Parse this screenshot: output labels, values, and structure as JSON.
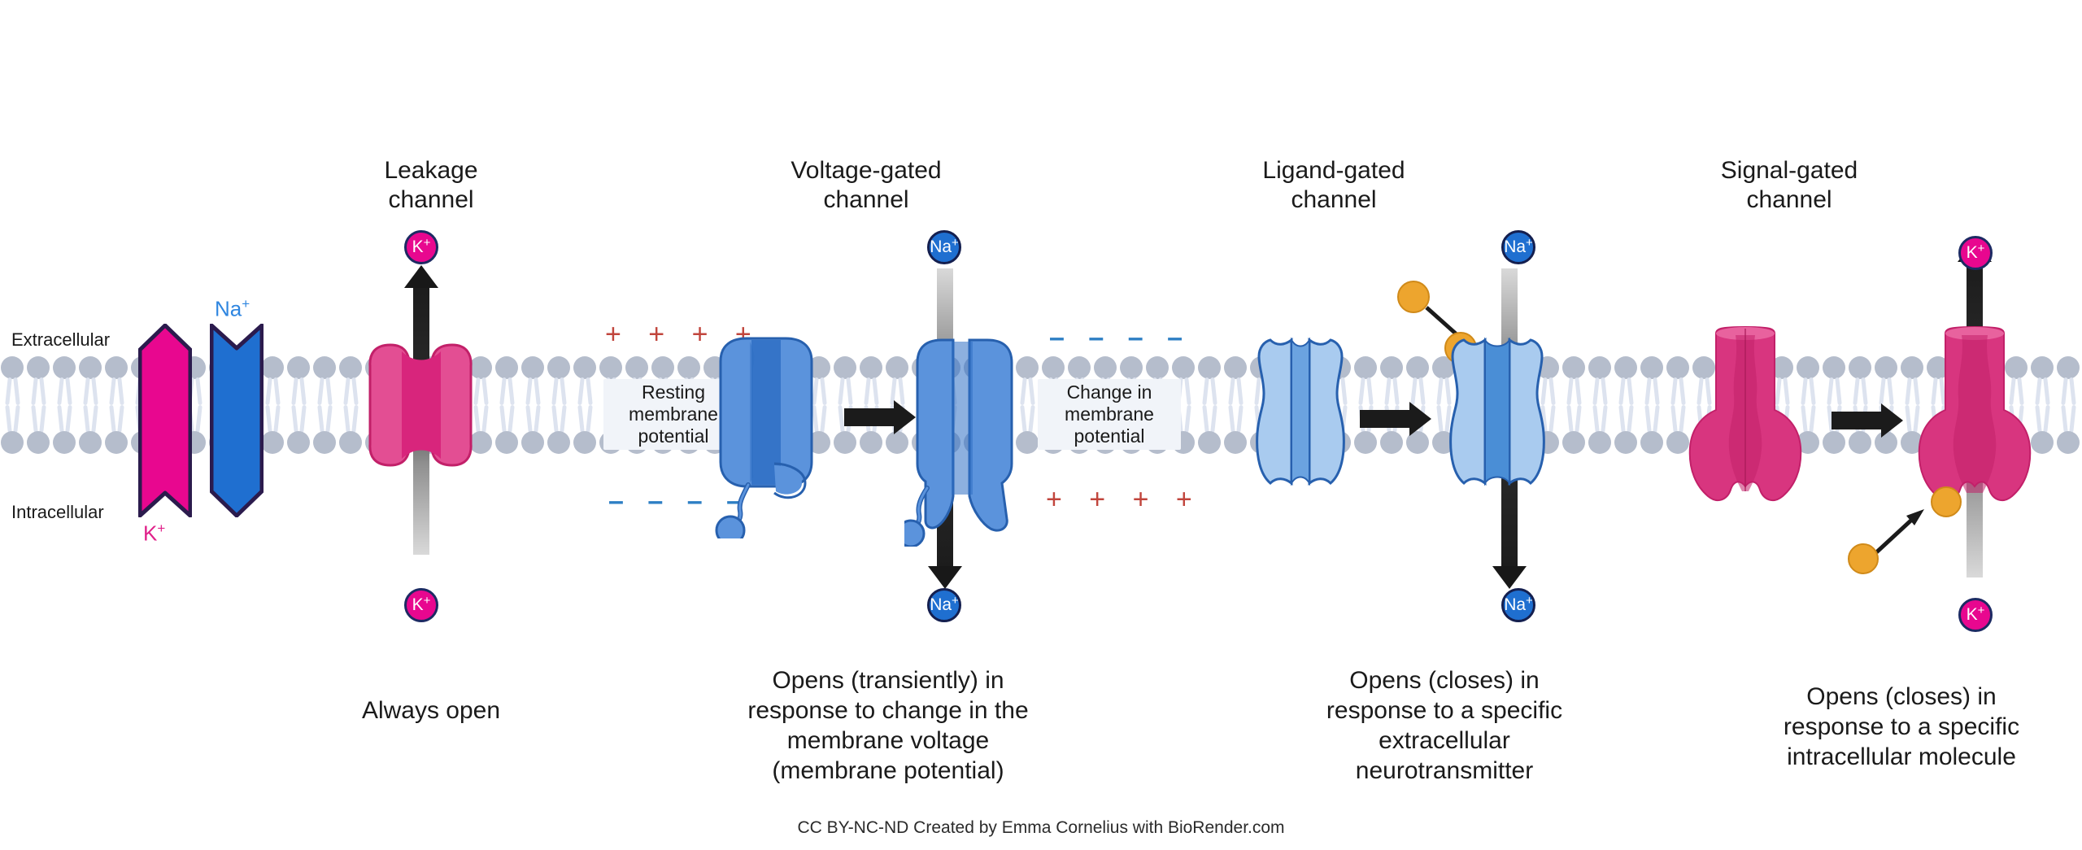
{
  "figure": {
    "title_row": [
      {
        "label": "Leakage\nchannel"
      },
      {
        "label": "Voltage-gated\nchannel"
      },
      {
        "label": "Ligand-gated\nchannel"
      },
      {
        "label": "Signal-gated\nchannel"
      }
    ],
    "caption_row": [
      {
        "text": "Always open"
      },
      {
        "text": "Opens (transiently) in\nresponse to change in the\nmembrane voltage\n(membrane potential)"
      },
      {
        "text": "Opens (closes) in\nresponse to a specific\nextracellular\nneurotransmitter"
      },
      {
        "text": "Opens (closes) in\nresponse to a specific\nintracellular molecule"
      }
    ],
    "side_labels": {
      "extracellular": "Extracellular",
      "intracellular": "Intracellular"
    },
    "gradient_key": {
      "potassium": "K+",
      "sodium": "Na+"
    },
    "ions": {
      "k_top_leakage": "K",
      "k_top_leakage_charge": "+",
      "k_bottom_leakage": "K",
      "na_top_vg_closed": "Na",
      "na_bottom_vg_open": "Na",
      "na_top_lg": "Na",
      "na_bottom_lg": "Na",
      "k_top_sg": "K",
      "k_bottom_sg": "K"
    },
    "ion_labels": {
      "k": "K",
      "na": "Na",
      "charge": "+"
    },
    "annotations": {
      "resting_potential": "Resting\nmembrane\npotential",
      "changed_potential": "Change in\nmembrane\npotential",
      "plus_row": "+ + + +",
      "minus_row": "– – – –"
    },
    "credit": "CC BY-NC-ND Created by Emma Cornelius with BioRender.com",
    "colors": {
      "potassium_pink": "#e8078f",
      "sodium_blue": "#1f6fd0",
      "channel_pink": "#d8357f",
      "channel_blue": "#5b93dc",
      "ligand_orange": "#eda52e",
      "membrane_head": "#b5bdcc",
      "membrane_tail": "#dde3ef",
      "plus_red": "#c1453c",
      "minus_blue": "#2e7fc4",
      "arrow_black": "#1b1b1b",
      "background": "#ffffff"
    }
  }
}
